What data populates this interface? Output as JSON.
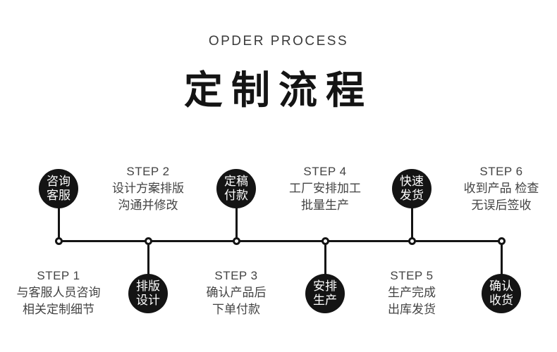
{
  "page": {
    "subtitle": "OPDER PROCESS",
    "title": "定制流程"
  },
  "colors": {
    "ink": "#141414",
    "step_text_gray": "#434343",
    "badge_text": "#ffffff",
    "background": "#ffffff"
  },
  "timeline": {
    "node_count": 6
  },
  "steps": [
    {
      "label": "STEP 1",
      "description_lines": [
        "与客服人员咨询",
        "相关定制细节"
      ],
      "badge_lines": [
        "咨询",
        "客服"
      ],
      "badge_position": "above-line",
      "text_position": "below-line"
    },
    {
      "label": "STEP 2",
      "description_lines": [
        "设计方案排版",
        "沟通并修改"
      ],
      "badge_lines": [
        "排版",
        "设计"
      ],
      "badge_position": "below-line",
      "text_position": "above-line"
    },
    {
      "label": "STEP 3",
      "description_lines": [
        "确认产品后",
        "下单付款"
      ],
      "badge_lines": [
        "定稿",
        "付款"
      ],
      "badge_position": "above-line",
      "text_position": "below-line"
    },
    {
      "label": "STEP 4",
      "description_lines": [
        "工厂安排加工",
        "批量生产"
      ],
      "badge_lines": [
        "安排",
        "生产"
      ],
      "badge_position": "below-line",
      "text_position": "above-line"
    },
    {
      "label": "STEP 5",
      "description_lines": [
        "生产完成",
        "出库发货"
      ],
      "badge_lines": [
        "快速",
        "发货"
      ],
      "badge_position": "above-line",
      "text_position": "below-line"
    },
    {
      "label": "STEP 6",
      "description_lines": [
        "收到产品 检查",
        "无误后签收"
      ],
      "badge_lines": [
        "确认",
        "收货"
      ],
      "badge_position": "below-line",
      "text_position": "above-line"
    }
  ]
}
